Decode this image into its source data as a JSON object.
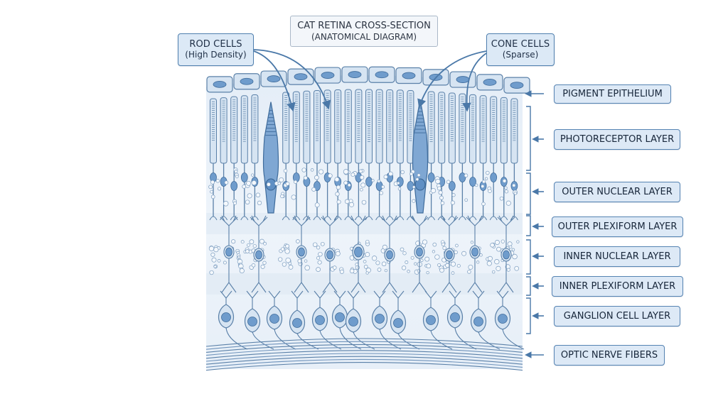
{
  "title": {
    "line1": "CAT RETINA CROSS-SECTION",
    "line2": "(ANATOMICAL DIAGRAM)"
  },
  "callouts": {
    "rods": {
      "line1": "ROD CELLS",
      "line2": "(High Density)"
    },
    "cones": {
      "line1": "CONE CELLS",
      "line2": "(Sparse)"
    }
  },
  "layers": [
    "PIGMENT EPITHELIUM",
    "PHOTORECEPTOR LAYER",
    "OUTER NUCLEAR LAYER",
    "OUTER PLEXIFORM LAYER",
    "INNER NUCLEAR LAYER",
    "INNER PLEXIFORM LAYER",
    "GANGLION CELL LAYER",
    "OPTIC NERVE FIBERS"
  ],
  "colors": {
    "outline": "#5a80a8",
    "cell_fill": "#d6e4f2",
    "nucleus": "#6f9ccc",
    "cone_fill": "#7fa7d3",
    "tissue_bg": "#eaf1f8",
    "label_fill": "#dce9f6",
    "label_border": "#4f7fae",
    "arrow": "#4a78a8"
  }
}
